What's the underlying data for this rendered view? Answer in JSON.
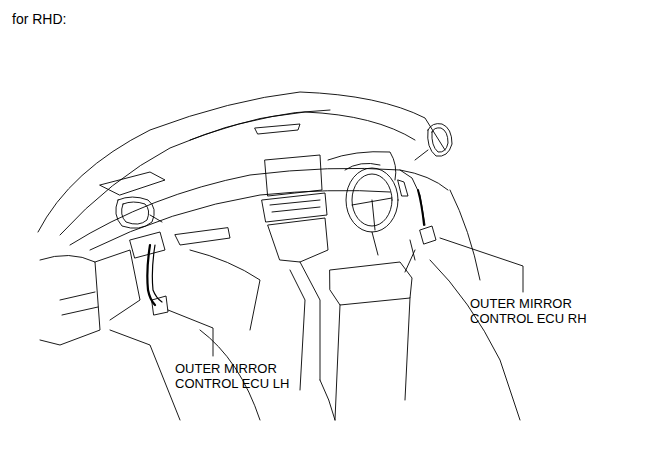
{
  "diagram": {
    "title": "for RHD:",
    "labels": [
      "OUTER MIRROR CONTROL ECU RH",
      "OUTER MIRROR CONTROL ECU LH"
    ]
  }
}
